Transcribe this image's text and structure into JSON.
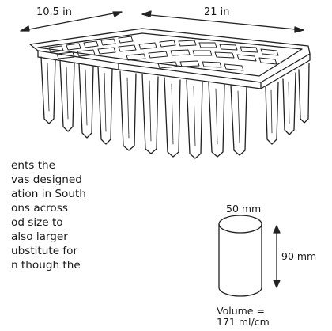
{
  "tray": {
    "width_label": "10.5 in",
    "length_label": "21 in"
  },
  "body_lines": [
    "ents the",
    "vas designed",
    "ation in South",
    "ons across",
    "od size to",
    "also larger",
    "ubstitute for",
    "n though the"
  ],
  "cell": {
    "diameter_label": "50 mm",
    "height_label": "90 mm",
    "volume_label": "Volume =",
    "volume_value": "171 ml/cm"
  },
  "colors": {
    "ink": "#1a1a1a",
    "line": "#222222"
  }
}
